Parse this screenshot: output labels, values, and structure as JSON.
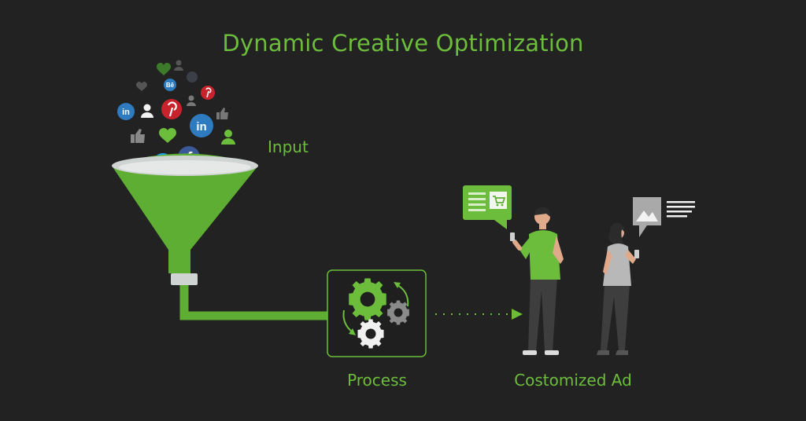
{
  "title": "Dynamic Creative Optimization",
  "labels": {
    "input": "Input",
    "process": "Process",
    "customized_ad": "Costomized Ad"
  },
  "icons": {
    "behance": "Bē"
  },
  "colors": {
    "background": "#222222",
    "accent_green": "#6cbd3c",
    "funnel_green": "#5fae34",
    "linkedin_blue": "#2f7bbf",
    "pinterest_red": "#c8232c",
    "twitter_blue": "#1da1f2",
    "facebook_blue": "#3b5998"
  }
}
